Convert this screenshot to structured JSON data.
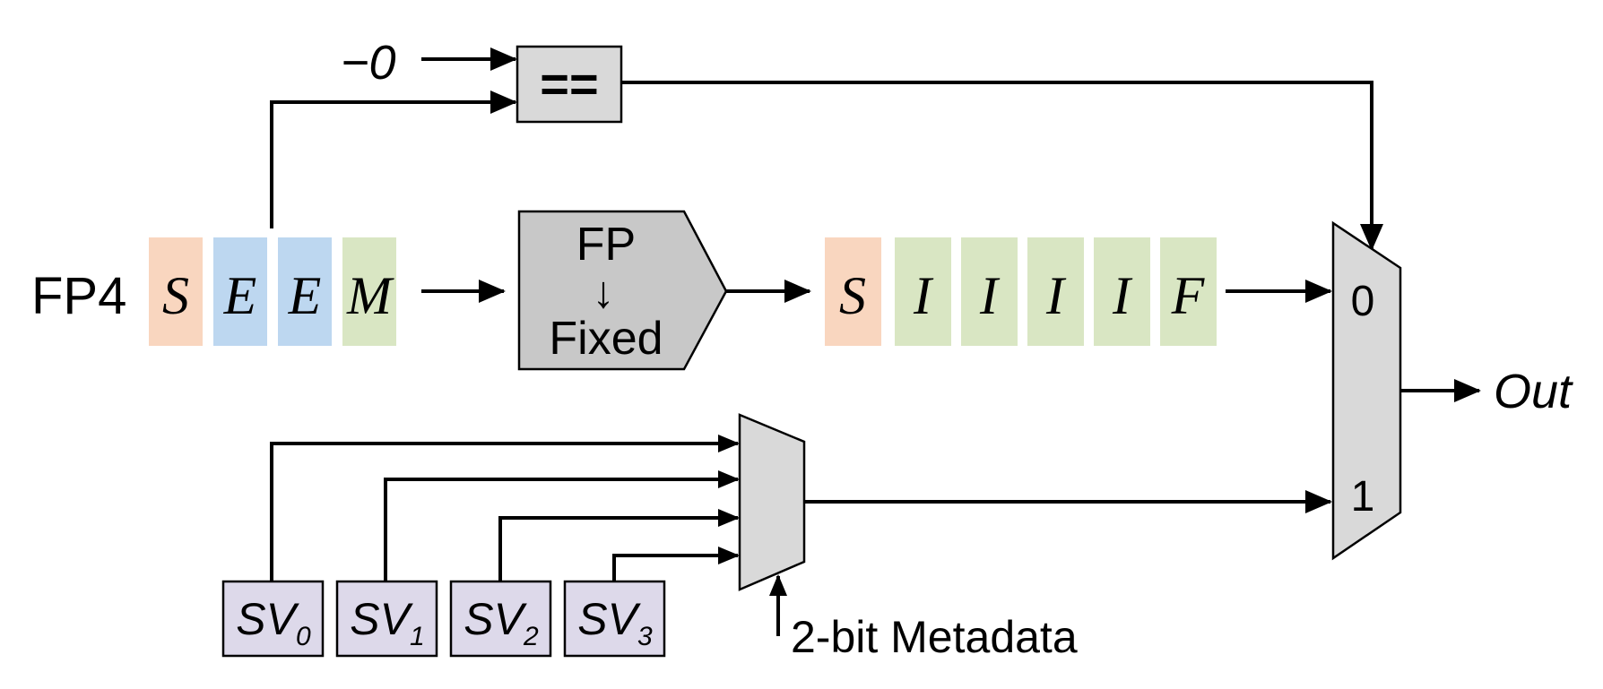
{
  "diagram": {
    "fp4_label": "FP4",
    "fp4_bits": [
      {
        "symbol": "S",
        "color": "#f9d6bf"
      },
      {
        "symbol": "E",
        "color": "#bdd7f0"
      },
      {
        "symbol": "E",
        "color": "#bdd7f0"
      },
      {
        "symbol": "M",
        "color": "#d9e6c3"
      }
    ],
    "neg_zero_label": "−0",
    "comparator_label": "==",
    "converter": {
      "top": "FP",
      "arrow": "↓",
      "bottom": "Fixed"
    },
    "fixed_bits": [
      {
        "symbol": "S",
        "color": "#f9d6bf"
      },
      {
        "symbol": "I",
        "color": "#d9e6c3"
      },
      {
        "symbol": "I",
        "color": "#d9e6c3"
      },
      {
        "symbol": "I",
        "color": "#d9e6c3"
      },
      {
        "symbol": "I",
        "color": "#d9e6c3"
      },
      {
        "symbol": "F",
        "color": "#d9e6c3"
      }
    ],
    "mux_inputs": {
      "zero": "0",
      "one": "1"
    },
    "out_label": "Out",
    "special_values": [
      {
        "base": "SV",
        "sub": "0"
      },
      {
        "base": "SV",
        "sub": "1"
      },
      {
        "base": "SV",
        "sub": "2"
      },
      {
        "base": "SV",
        "sub": "3"
      }
    ],
    "sv_color": "#ddd9ea",
    "block_color": "#d9d9d9",
    "converter_color": "#c8c8c8",
    "metadata_label": "2-bit Metadata"
  }
}
